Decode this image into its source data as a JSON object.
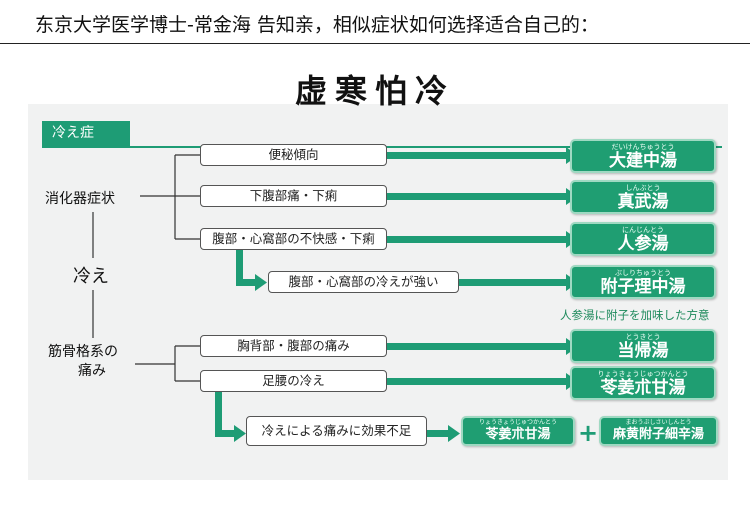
{
  "header": {
    "text": "东京大学医学博士-常金海 告知亲，相似症状如何选择适合自己的："
  },
  "title": "虚寒怕冷",
  "category": "冷え症",
  "left_labels": {
    "digestive": "消化器症状",
    "chill": "冷え",
    "muscle_line1": "筋骨格系の",
    "muscle_line2": "痛み"
  },
  "conditions": [
    "便秘傾向",
    "下腹部痛・下痢",
    "腹部・心窩部の不快感・下痢",
    "腹部・心窩部の冷えが強い",
    "胸背部・腹部の痛み",
    "足腰の冷え",
    "冷えによる痛みに効果不足"
  ],
  "results": [
    {
      "ruby": "だいけんちゅうとう",
      "name": "大建中湯"
    },
    {
      "ruby": "しんぶとう",
      "name": "真武湯"
    },
    {
      "ruby": "にんじんとう",
      "name": "人参湯"
    },
    {
      "ruby": "ぶしりちゅうとう",
      "name": "附子理中湯"
    },
    {
      "ruby": "とうきとう",
      "name": "当帰湯"
    },
    {
      "ruby": "りょうきょうじゅつかんとう",
      "name": "苓姜朮甘湯"
    },
    {
      "ruby": "りょうきょうじゅつかんとう",
      "name": "苓姜朮甘湯"
    },
    {
      "ruby": "まおうぶしさいしんとう",
      "name": "麻黄附子細辛湯"
    }
  ],
  "note": "人参湯に附子を加味した方意",
  "plus": "+",
  "colors": {
    "accent": "#1e9c75",
    "panel": "#f1f2f2"
  }
}
